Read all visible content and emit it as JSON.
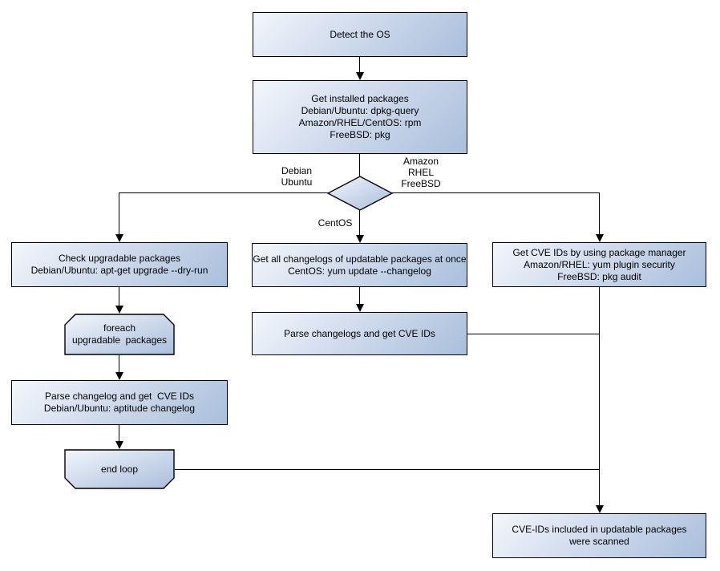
{
  "flowchart": {
    "nodes": {
      "detect_os": "Detect the OS",
      "get_installed_packages": "Get installed packages\nDebian/Ubuntu: dpkg-query\nAmazon/RHEL/CentOS: rpm\nFreeBSD: pkg",
      "check_upgradable": "Check upgradable packages\nDebian/Ubuntu: apt-get upgrade --dry-run",
      "foreach_loop": "foreach\nupgradable  packages",
      "parse_changelog_debian": "Parse changelog and get  CVE IDs\nDebian/Ubuntu: aptitude changelog",
      "end_loop": "end loop",
      "get_all_changelogs": "Get all changelogs of updatable packages at once\nCentOS: yum update --changelog",
      "parse_changelogs": "Parse changelogs and get CVE IDs",
      "get_cve_ids_pkg_manager": "Get CVE IDs by using package manager\nAmazon/RHEL: yum plugin security\nFreeBSD: pkg audit",
      "result": "CVE-IDs included in updatable packages\nwere scanned"
    },
    "branch_labels": {
      "debian_ubuntu": "Debian\nUbuntu",
      "amazon_rhel_freebsd": "Amazon\nRHEL\nFreeBSD",
      "centos": "CentOS"
    }
  },
  "colors": {
    "node_grad_start": "#f3f7fc",
    "node_grad_end": "#a9bfdc",
    "border_color": "#000000",
    "line_color": "#000000",
    "bg_color": "#ffffff",
    "text_color": "#000000"
  }
}
